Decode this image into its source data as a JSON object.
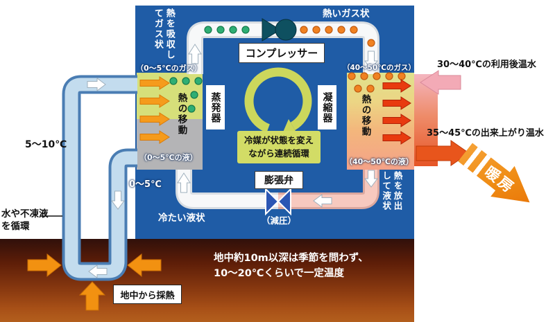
{
  "unit": {
    "absorb_note": "熱を吸収し\nてガス状",
    "hot_gas_label": "熱いガス状",
    "compressor_label": "コンプレッサー",
    "evap_gas_label": "（0〜5℃のガス）",
    "cond_gas_label": "（40〜50℃のガス）",
    "evaporator_label": "蒸発器",
    "condenser_label": "凝縮器",
    "heat_transfer_left": "熱の移動",
    "heat_transfer_right": "熱の移動",
    "refrigerant_note": "冷媒が状態を変え\nながら連続循環",
    "evap_liquid_label": "（0〜5℃の液）",
    "cond_liquid_label": "（40〜50℃の液）",
    "expansion_valve_label": "膨張弁",
    "decompression_label": "（減圧）",
    "cold_liquid_label": "冷たい液状",
    "release_note": "熱を放出\nして液状"
  },
  "ground_loop": {
    "up_temp": "5〜10℃",
    "down_temp": "0〜5℃",
    "fluid_label": "水や不凍液\nを循環",
    "collect_label": "地中から採熱"
  },
  "ground": {
    "note": "地中約10m以深は季節を問わず、\n10〜20℃くらいで一定温度"
  },
  "hot_water": {
    "return_label": "30〜40℃の利用後温水",
    "supply_label": "35〜45℃の出来上がり温水",
    "heating_label": "暖房"
  },
  "colors": {
    "unit_blue": "#1f5ca6",
    "ground_dark": "#30100a",
    "ground_light": "#b35f1d",
    "water_pipe": "#c3dcee",
    "refrigerant_green": "#2fae74",
    "hot_orange": "#f08222",
    "heat_red": "#e83a0f",
    "heating_arrow": "#ef8c14",
    "cycle_green": "#ccd75c"
  }
}
